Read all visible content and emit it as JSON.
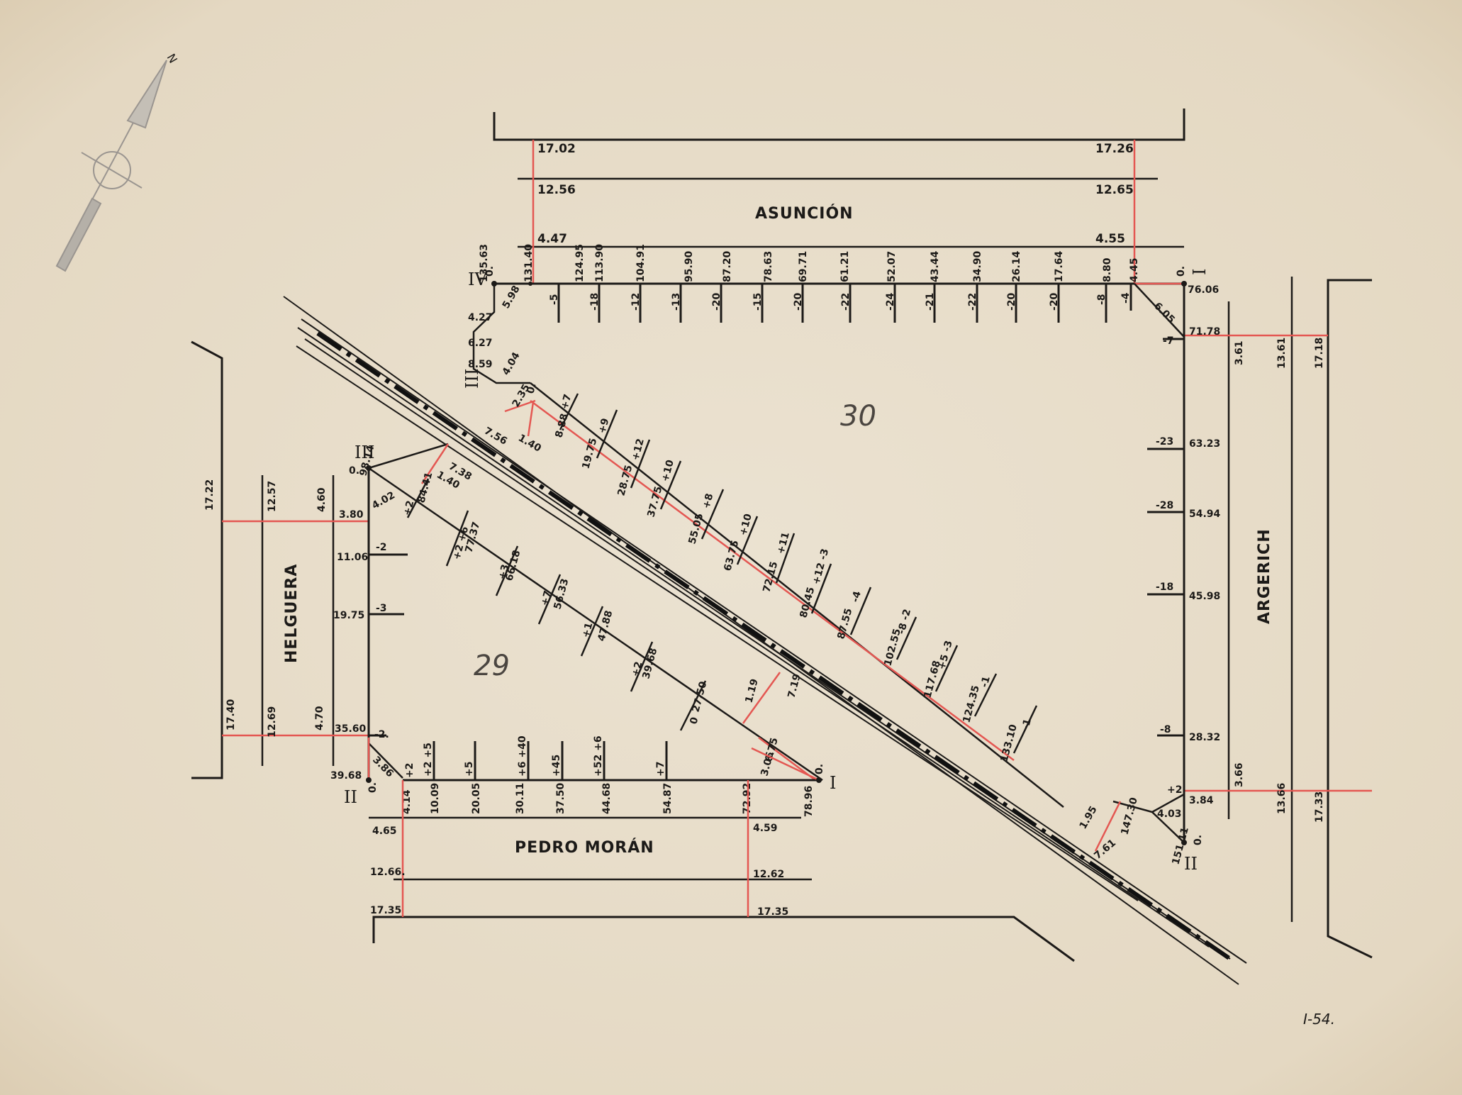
{
  "sheet": {
    "code": "I-54.",
    "colors": {
      "paper": "#e8ddca",
      "ink": "#1c1a18",
      "offset": "#e45752",
      "rail": "#111111"
    },
    "north_arrow": {
      "letter": "N",
      "icon": "north-arrow-icon"
    }
  },
  "streets": {
    "top": "ASUNCIÓN",
    "left": "HELGUERA",
    "right": "ARGERICH",
    "bottom": "PEDRO MORÁN"
  },
  "blocks": {
    "north": "30",
    "south": "29"
  },
  "stations": {
    "iv": "IV",
    "iii": "III",
    "i": "I",
    "ii": "II",
    "zero": "0."
  },
  "top_street_widths": [
    [
      "17.02",
      "17.26"
    ],
    [
      "12.56",
      "12.65"
    ],
    [
      "4.47",
      "4.55"
    ]
  ],
  "top_chainage": [
    "135.63",
    "131.40",
    "124.95",
    "113.90",
    "104.91",
    "95.90",
    "87.20",
    "78.63",
    "69.71",
    "61.21",
    "52.07",
    "43.44",
    "34.90",
    "26.14",
    "17.64",
    "8.80",
    "4.45"
  ],
  "top_offsets": [
    "-5",
    "-18",
    "-12",
    "-13",
    "-20",
    "-15",
    "-20",
    "-22",
    "-24",
    "-21",
    "-22",
    "-20",
    "-20",
    "-8",
    "-4"
  ],
  "right_chainage": [
    "76.06",
    "71.78",
    "63.23",
    "54.94",
    "45.98",
    "28.32",
    "3.84"
  ],
  "right_offsets": [
    "-7",
    "-23",
    "-28",
    "-18",
    "-8",
    "+2"
  ],
  "right_street_widths": [
    [
      "3.61",
      "13.61",
      "17.18"
    ],
    [
      "3.66",
      "13.66",
      "17.33"
    ]
  ],
  "corner_ne": {
    "d1": "6.05",
    "d2": "4.03",
    "d3": "151.11",
    "d4": "147.30",
    "d5": "1.95",
    "d6": "7.61"
  },
  "corner_nw": {
    "a": "5.98",
    "b": "4.27",
    "c": "6.27",
    "d": "8.59",
    "e": "4.04",
    "f": "2.35",
    "g": "7.56",
    "h": "1.40"
  },
  "rail_upper_chainage": [
    "8.88",
    "19.75",
    "28.75",
    "37.75",
    "55.05",
    "63.75",
    "72.15",
    "80.45",
    "87.55",
    "102.55",
    "117.68",
    "124.35",
    "133.10"
  ],
  "rail_upper_offsets": [
    "+7",
    "+9",
    "+12",
    "+10",
    "+8",
    "+10",
    "+11",
    "+12 -3",
    "-4",
    "-8 -2",
    "+5 -3",
    "-1",
    "-1"
  ],
  "rail_lower_chainage": [
    "84.41",
    "77.37",
    "66.18",
    "56.33",
    "47.88",
    "39.68",
    "27.50"
  ],
  "rail_lower_offsets": [
    "+2",
    "+2 +6",
    "+3",
    "+7",
    "+1",
    "+2",
    "0"
  ],
  "rail_lower_misc": {
    "a": "7.38",
    "b": "1.40",
    "c": "1.19",
    "d": "7.19",
    "e": "6.75",
    "f": "3.06",
    "g": "4.02"
  },
  "left_chainage": [
    "98.14",
    "3.80",
    "11.06",
    "19.75",
    "35.60",
    "39.68"
  ],
  "left_offsets": [
    "-2",
    "-3",
    "-2."
  ],
  "left_street_widths": [
    [
      "17.22",
      "12.57",
      "4.60"
    ],
    [
      "17.40",
      "12.69",
      "4.70"
    ]
  ],
  "corner_sw": {
    "a": "3.86",
    "b": "+2"
  },
  "bottom_chainage": [
    "4.14",
    "10.09",
    "20.05",
    "30.11",
    "37.50",
    "44.68",
    "54.87",
    "72.92",
    "78.96"
  ],
  "bottom_offsets": [
    "+2 +5",
    "+5",
    "+6 +40",
    "+45",
    "+52 +6",
    "+7"
  ],
  "bottom_street_widths": [
    [
      "4.65",
      "4.59"
    ],
    [
      "12.66.",
      "12.62"
    ],
    [
      "17.35",
      "17.35"
    ]
  ]
}
